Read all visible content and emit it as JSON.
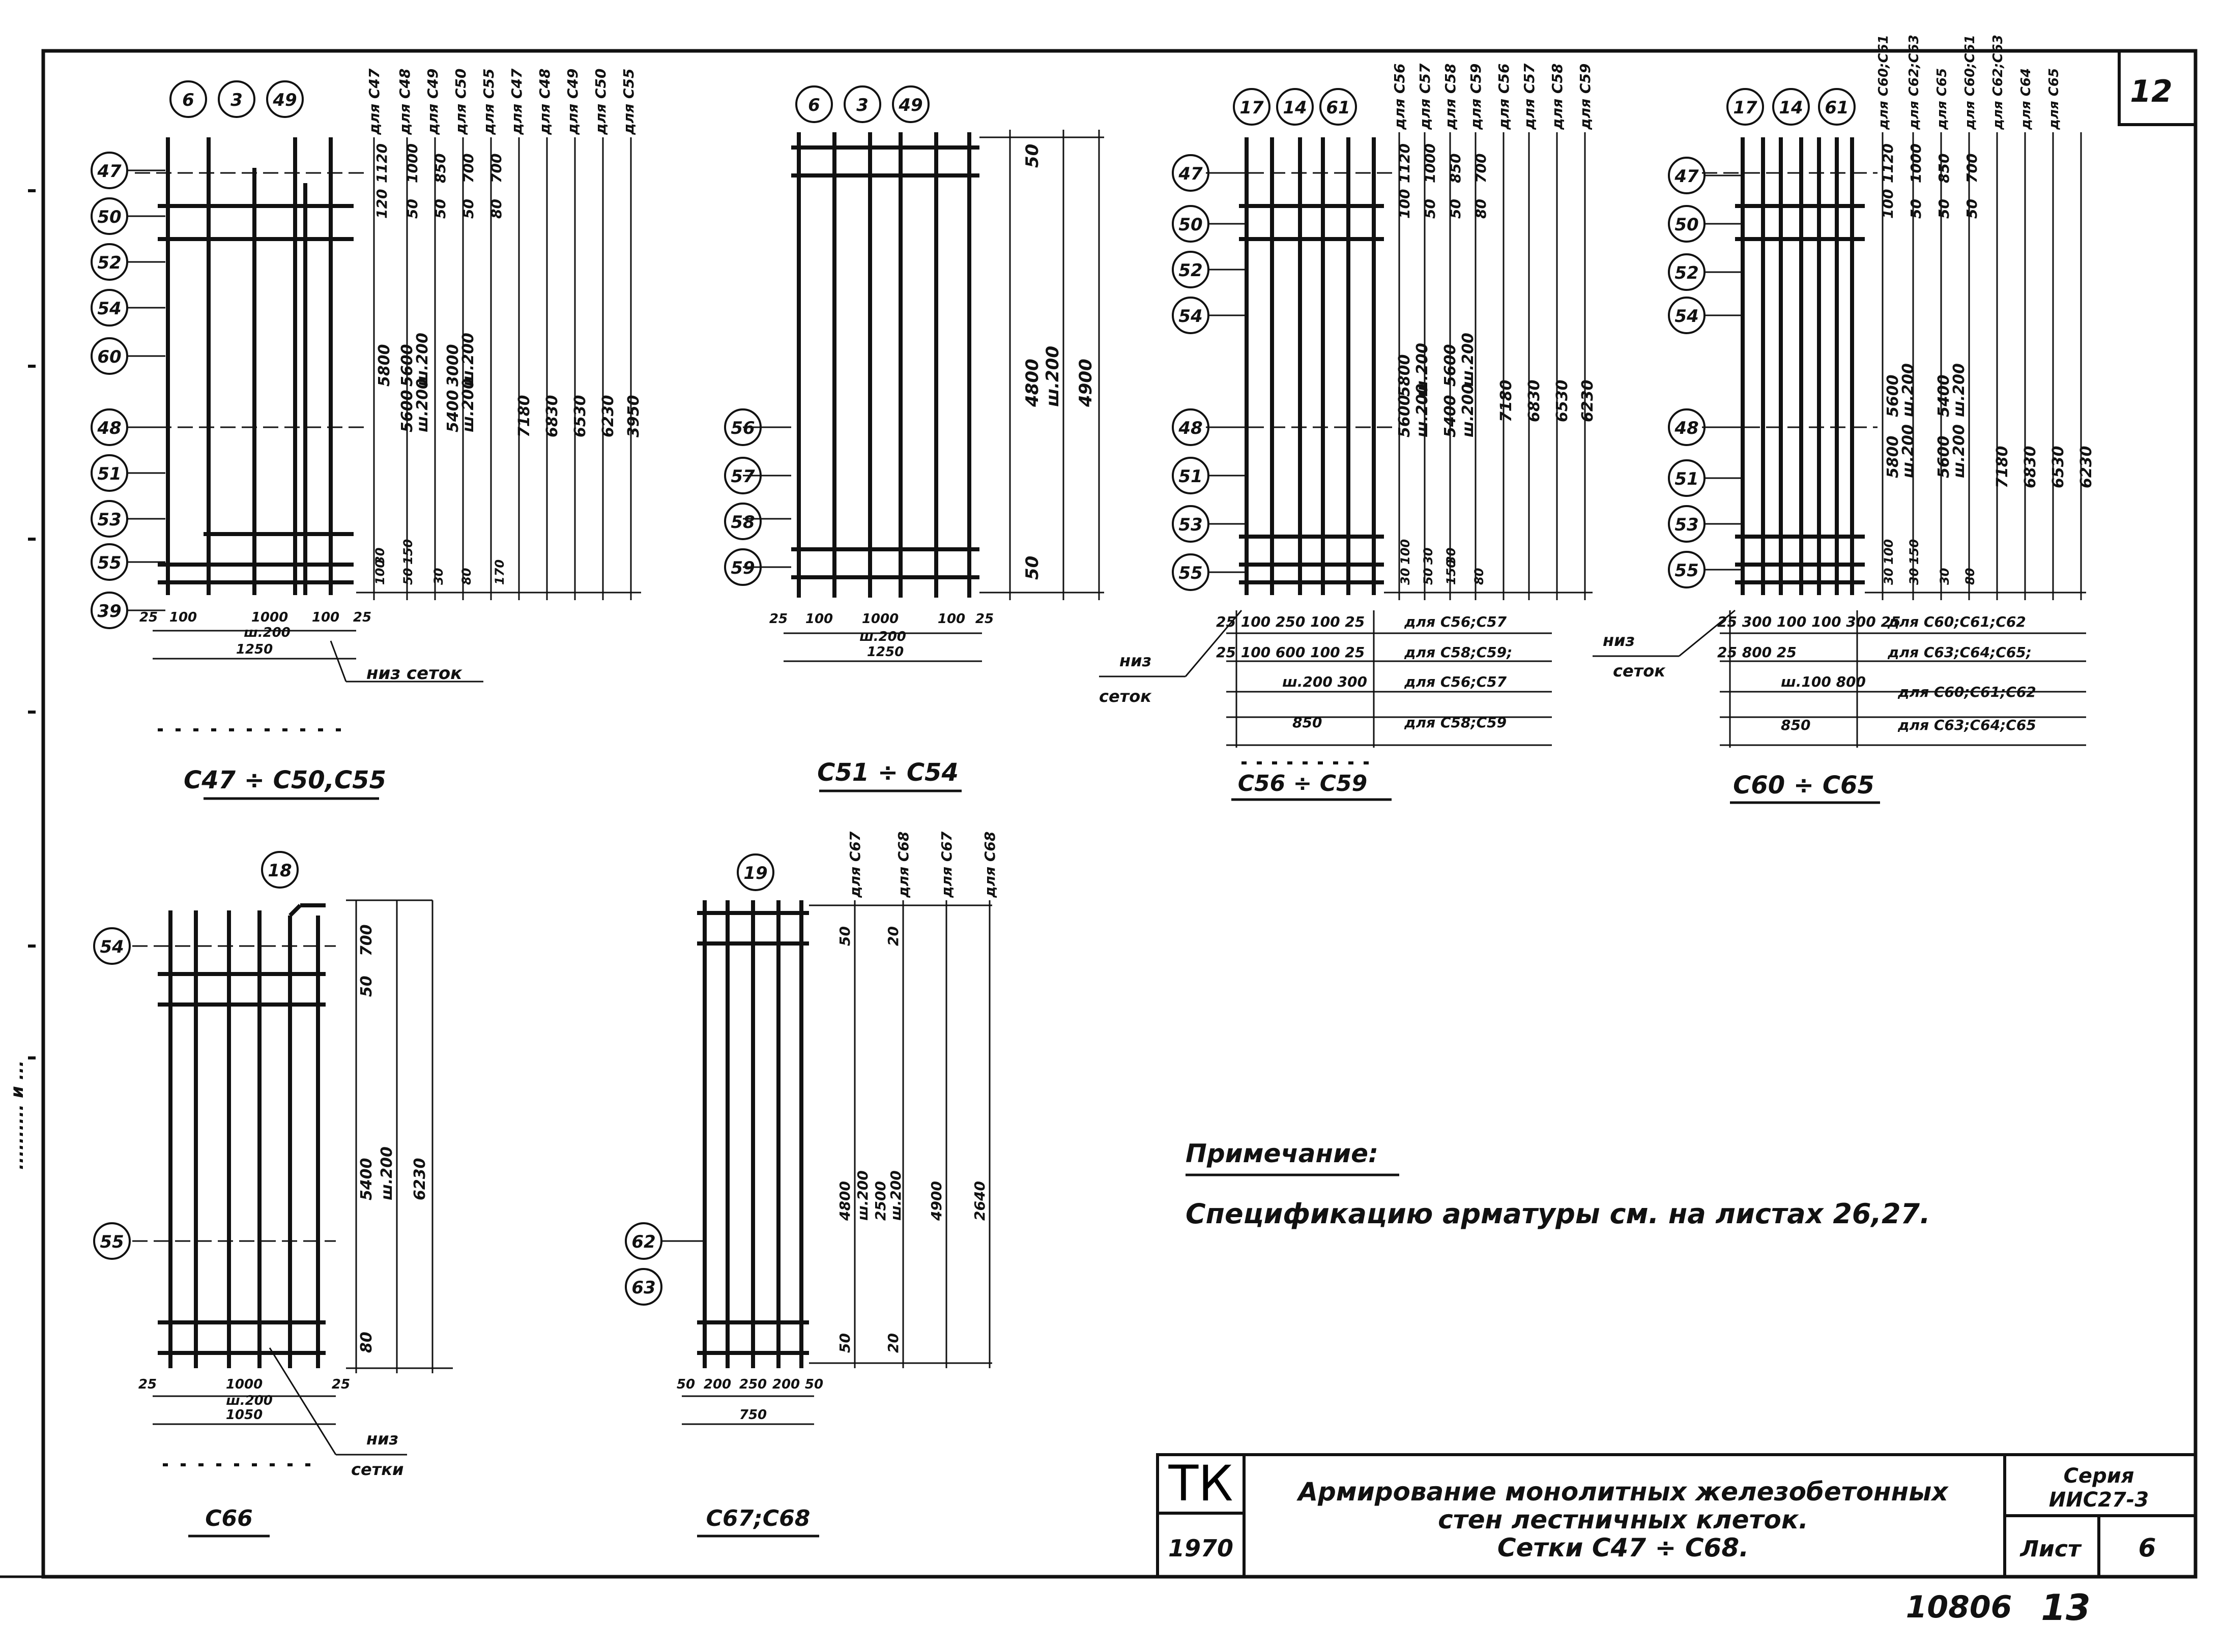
{
  "sheet": {
    "page_number": "12",
    "bottom_numbers": [
      "10806",
      "13"
    ],
    "side_stamp": "..........  и  ..."
  },
  "mesh_c47_c50": {
    "top_marks": [
      "6",
      "3",
      "49"
    ],
    "side_marks": [
      "47",
      "50",
      "52",
      "54",
      "60",
      "48",
      "51",
      "53",
      "55",
      "39"
    ],
    "column_headers": [
      "для С47",
      "для С48",
      "для С49",
      "для С50",
      "для С55",
      "для С47",
      "для С48",
      "для С49",
      "для С50",
      "для С55"
    ],
    "top_dims": [
      "120",
      "1120",
      "50",
      "1000",
      "50",
      "850",
      "50",
      "700",
      "80",
      "700"
    ],
    "mid_dims": [
      "5800",
      "5600",
      "ш.200",
      "5600",
      "ш.200",
      "5400",
      "ш.200",
      "3000",
      "ш.200",
      "7180",
      "6830",
      "6530",
      "6230",
      "3950"
    ],
    "bottom_dims": [
      "100",
      "30",
      "50",
      "150",
      "30",
      "80",
      "170"
    ],
    "width_dims": [
      "25",
      "100",
      "1000",
      "ш.200",
      "100",
      "25",
      "1250"
    ],
    "note_bottom": "низ сеток",
    "caption": "С47 ÷ С50,С55"
  },
  "mesh_c51_c54": {
    "top_marks": [
      "6",
      "3",
      "49"
    ],
    "side_marks": [
      "56",
      "57",
      "58",
      "59"
    ],
    "dims": [
      "50",
      "4800",
      "ш.200",
      "4900",
      "50"
    ],
    "width_dims": [
      "25",
      "100",
      "1000",
      "ш.200",
      "100",
      "25",
      "1250"
    ],
    "caption": "С51 ÷ С54"
  },
  "mesh_c56_c59": {
    "top_marks": [
      "17",
      "14",
      "61"
    ],
    "side_marks": [
      "47",
      "50",
      "52",
      "54",
      "48",
      "51",
      "53",
      "55"
    ],
    "column_headers": [
      "для С56",
      "для С57",
      "для С58",
      "для С59",
      "для С56",
      "для С57",
      "для С58",
      "для С59"
    ],
    "top_dims": [
      "100",
      "1120",
      "50",
      "1000",
      "50",
      "850",
      "80",
      "700"
    ],
    "mid_dims": [
      "5800",
      "ш.200",
      "5600",
      "ш.200",
      "5600",
      "ш.200",
      "5400",
      "ш.200",
      "7180",
      "6830",
      "6530",
      "6230"
    ],
    "bottom_dims": [
      "30",
      "100",
      "50",
      "30",
      "150",
      "30",
      "80"
    ],
    "width_rows": [
      {
        "dims": "25  100  250  100  25",
        "label": "для С56;С57"
      },
      {
        "dims": "25  100  600  100  25",
        "label": "для С58;С59;"
      },
      {
        "dims": "ш.200  300",
        "label": "для С56;С57"
      },
      {
        "dims": "850",
        "label": "для С58;С59"
      }
    ],
    "note_bottom": [
      "низ",
      "сеток"
    ],
    "caption": "С56 ÷ С59"
  },
  "mesh_c60_c65": {
    "top_marks": [
      "17",
      "14",
      "61"
    ],
    "side_marks": [
      "47",
      "50",
      "52",
      "54",
      "48",
      "51",
      "53",
      "55"
    ],
    "column_headers": [
      "для С60;С61",
      "для С62;С63",
      "для С65",
      "для С60;С61",
      "для С62;С63",
      "для С64",
      "для С65"
    ],
    "top_dims": [
      "100",
      "1120",
      "50",
      "1000",
      "50",
      "850",
      "50",
      "700"
    ],
    "mid_dims": [
      "5800",
      "ш.200",
      "5600",
      "ш.200",
      "5600",
      "ш.200",
      "5400",
      "ш.200",
      "7180",
      "6830",
      "6530",
      "6230"
    ],
    "bottom_dims": [
      "30",
      "100",
      "30",
      "150",
      "30",
      "80"
    ],
    "width_rows": [
      {
        "dims": "25  300  100  100  300  25",
        "label": "для С60;С61;С62"
      },
      {
        "dims": "25  800  25",
        "label": "для С63;С64;С65;"
      },
      {
        "dims": "ш.100  800",
        "label": "для С60;С61;С62"
      },
      {
        "dims": "850",
        "label": "для С63;С64;С65"
      }
    ],
    "note_bottom": [
      "низ",
      "сеток"
    ],
    "caption": "С60 ÷ С65"
  },
  "mesh_c66": {
    "top_marks": [
      "18"
    ],
    "side_marks": [
      "54",
      "55"
    ],
    "dims": [
      "700",
      "50",
      "5400",
      "ш.200",
      "6230",
      "80"
    ],
    "width_dims": [
      "25",
      "1000",
      "ш.200",
      "25",
      "1050"
    ],
    "note_bottom": [
      "низ",
      "сетки"
    ],
    "caption": "С66"
  },
  "mesh_c67_c68": {
    "top_marks": [
      "19"
    ],
    "side_marks": [
      "62",
      "63"
    ],
    "column_headers": [
      "для С67",
      "для С68",
      "для С67",
      "для С68"
    ],
    "dims": [
      "50",
      "20",
      "4800",
      "ш.200",
      "2500",
      "ш.200",
      "4900",
      "2640",
      "50",
      "20"
    ],
    "width_dims": [
      "50",
      "200",
      "250",
      "200",
      "50",
      "750"
    ],
    "caption": "С67;С68"
  },
  "note": {
    "heading": "Примечание:",
    "text": "Спецификацию арматуры см. на листах 26,27."
  },
  "title_block": {
    "org": "ТК",
    "year": "1970",
    "title_lines": [
      "Армирование монолитных железобетонных",
      "стен лестничных клеток.",
      "Сетки С47 ÷ С68."
    ],
    "series_label": "Серия",
    "series_value": "ИИС27-3",
    "sheet_label": "Лист",
    "sheet_value": "6"
  }
}
